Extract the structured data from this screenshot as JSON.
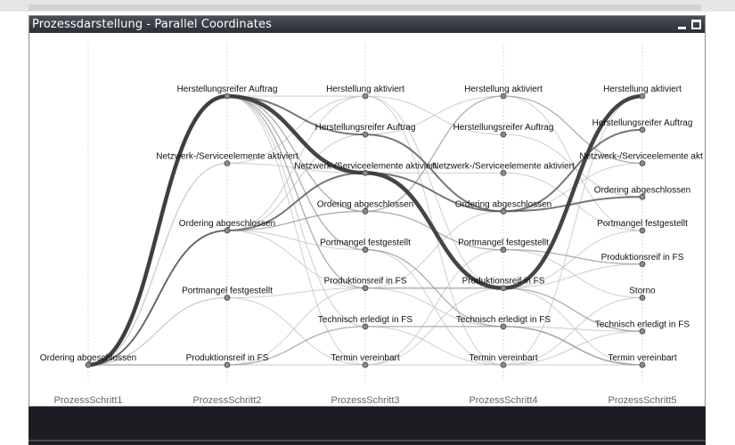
{
  "window": {
    "title": "Prozessdarstellung - Parallel Coordinates",
    "controls": [
      "minimize-icon",
      "maximize-icon"
    ]
  },
  "chart_data": {
    "type": "parallel-coordinates",
    "title": "Prozessdarstellung - Parallel Coordinates",
    "axes": [
      {
        "name": "ProzessSchritt1",
        "categories": [
          "Ordering abgeschlossen"
        ]
      },
      {
        "name": "ProzessSchritt2",
        "categories": [
          "Herstellungsreifer Auftrag",
          "Netzwerk-/Serviceelemente aktiviert",
          "Ordering abgeschlossen",
          "Portmangel festgestellt",
          "Produktionsreif in FS"
        ]
      },
      {
        "name": "ProzessSchritt3",
        "categories": [
          "Herstellung aktiviert",
          "Herstellungsreifer Auftrag",
          "Netzwerk-/Serviceelemente aktiviert",
          "Ordering abgeschlossen",
          "Portmangel festgestellt",
          "Produktionsreif in FS",
          "Technisch erledigt in FS",
          "Termin vereinbart"
        ]
      },
      {
        "name": "ProzessSchritt4",
        "categories": [
          "Herstellung aktiviert",
          "Herstellungsreifer Auftrag",
          "Netzwerk-/Serviceelemente aktiviert",
          "Ordering abgeschlossen",
          "Portmangel festgestellt",
          "Produktionsreif in FS",
          "Technisch erledigt in FS",
          "Termin vereinbart"
        ]
      },
      {
        "name": "ProzessSchritt5",
        "categories": [
          "Herstellung aktiviert",
          "Herstellungsreifer Auftrag",
          "Netzwerk-/Serviceelemente akt",
          "Ordering abgeschlossen",
          "Portmangel festgestellt",
          "Produktionsreif in FS",
          "Storno",
          "Technisch erledigt in FS",
          "Termin vereinbart"
        ]
      }
    ],
    "paths": [
      {
        "steps": [
          "Ordering abgeschlossen",
          "Herstellungsreifer Auftrag",
          "Netzwerk-/Serviceelemente aktiviert",
          "Produktionsreif in FS",
          "Herstellung aktiviert"
        ],
        "weight": 6
      },
      {
        "steps": [
          "Ordering abgeschlossen",
          "Herstellungsreifer Auftrag",
          "Herstellungsreifer Auftrag",
          "Ordering abgeschlossen",
          "Herstellungsreifer Auftrag"
        ],
        "weight": 3
      },
      {
        "steps": [
          "Ordering abgeschlossen",
          "Herstellungsreifer Auftrag",
          "Ordering abgeschlossen",
          "Herstellung aktiviert",
          "Netzwerk-/Serviceelemente akt"
        ],
        "weight": 2
      },
      {
        "steps": [
          "Ordering abgeschlossen",
          "Herstellungsreifer Auftrag",
          "Produktionsreif in FS",
          "Produktionsreif in FS",
          "Technisch erledigt in FS"
        ],
        "weight": 2
      },
      {
        "steps": [
          "Ordering abgeschlossen",
          "Herstellungsreifer Auftrag",
          "Portmangel festgestellt",
          "Technisch erledigt in FS",
          "Termin vereinbart"
        ],
        "weight": 2
      },
      {
        "steps": [
          "Ordering abgeschlossen",
          "Herstellungsreifer Auftrag",
          "Herstellung aktiviert",
          "Herstellungsreifer Auftrag",
          "Ordering abgeschlossen"
        ],
        "weight": 1
      },
      {
        "steps": [
          "Ordering abgeschlossen",
          "Herstellungsreifer Auftrag",
          "Technisch erledigt in FS",
          "Termin vereinbart",
          "Termin vereinbart"
        ],
        "weight": 1
      },
      {
        "steps": [
          "Ordering abgeschlossen",
          "Netzwerk-/Serviceelemente aktiviert",
          "Netzwerk-/Serviceelemente aktiviert",
          "Netzwerk-/Serviceelemente aktiviert",
          "Portmangel festgestellt"
        ],
        "weight": 1
      },
      {
        "steps": [
          "Ordering abgeschlossen",
          "Netzwerk-/Serviceelemente aktiviert",
          "Herstellung aktiviert",
          "Produktionsreif in FS",
          "Produktionsreif in FS"
        ],
        "weight": 1
      },
      {
        "steps": [
          "Ordering abgeschlossen",
          "Ordering abgeschlossen",
          "Netzwerk-/Serviceelemente aktiviert",
          "Ordering abgeschlossen",
          "Ordering abgeschlossen"
        ],
        "weight": 3
      },
      {
        "steps": [
          "Ordering abgeschlossen",
          "Ordering abgeschlossen",
          "Ordering abgeschlossen",
          "Portmangel festgestellt",
          "Produktionsreif in FS"
        ],
        "weight": 2
      },
      {
        "steps": [
          "Ordering abgeschlossen",
          "Ordering abgeschlossen",
          "Portmangel festgestellt",
          "Termin vereinbart",
          "Storno"
        ],
        "weight": 1
      },
      {
        "steps": [
          "Ordering abgeschlossen",
          "Ordering abgeschlossen",
          "Herstellungsreifer Auftrag",
          "Herstellung aktiviert",
          "Portmangel festgestellt"
        ],
        "weight": 1
      },
      {
        "steps": [
          "Ordering abgeschlossen",
          "Ordering abgeschlossen",
          "Produktionsreif in FS",
          "Technisch erledigt in FS",
          "Technisch erledigt in FS"
        ],
        "weight": 1
      },
      {
        "steps": [
          "Ordering abgeschlossen",
          "Portmangel festgestellt",
          "Produktionsreif in FS",
          "Produktionsreif in FS",
          "Termin vereinbart"
        ],
        "weight": 1
      },
      {
        "steps": [
          "Ordering abgeschlossen",
          "Portmangel festgestellt",
          "Termin vereinbart",
          "Termin vereinbart",
          "Technisch erledigt in FS"
        ],
        "weight": 1
      },
      {
        "steps": [
          "Ordering abgeschlossen",
          "Produktionsreif in FS",
          "Technisch erledigt in FS",
          "Technisch erledigt in FS",
          "Termin vereinbart"
        ],
        "weight": 2
      },
      {
        "steps": [
          "Ordering abgeschlossen",
          "Produktionsreif in FS",
          "Termin vereinbart",
          "Portmangel festgestellt",
          "Storno"
        ],
        "weight": 1
      },
      {
        "steps": [
          "Ordering abgeschlossen",
          "Produktionsreif in FS",
          "Produktionsreif in FS",
          "Ordering abgeschlossen",
          "Netzwerk-/Serviceelemente akt"
        ],
        "weight": 1
      },
      {
        "steps": [
          "Ordering abgeschlossen",
          "Herstellungsreifer Auftrag",
          "Termin vereinbart",
          "Produktionsreif in FS",
          "Portmangel festgestellt"
        ],
        "weight": 1
      },
      {
        "steps": [
          "Ordering abgeschlossen",
          "Ordering abgeschlossen",
          "Herstellung aktiviert",
          "Termin vereinbart",
          "Herstellung aktiviert"
        ],
        "weight": 1
      }
    ],
    "grid": false,
    "legend": "none"
  }
}
